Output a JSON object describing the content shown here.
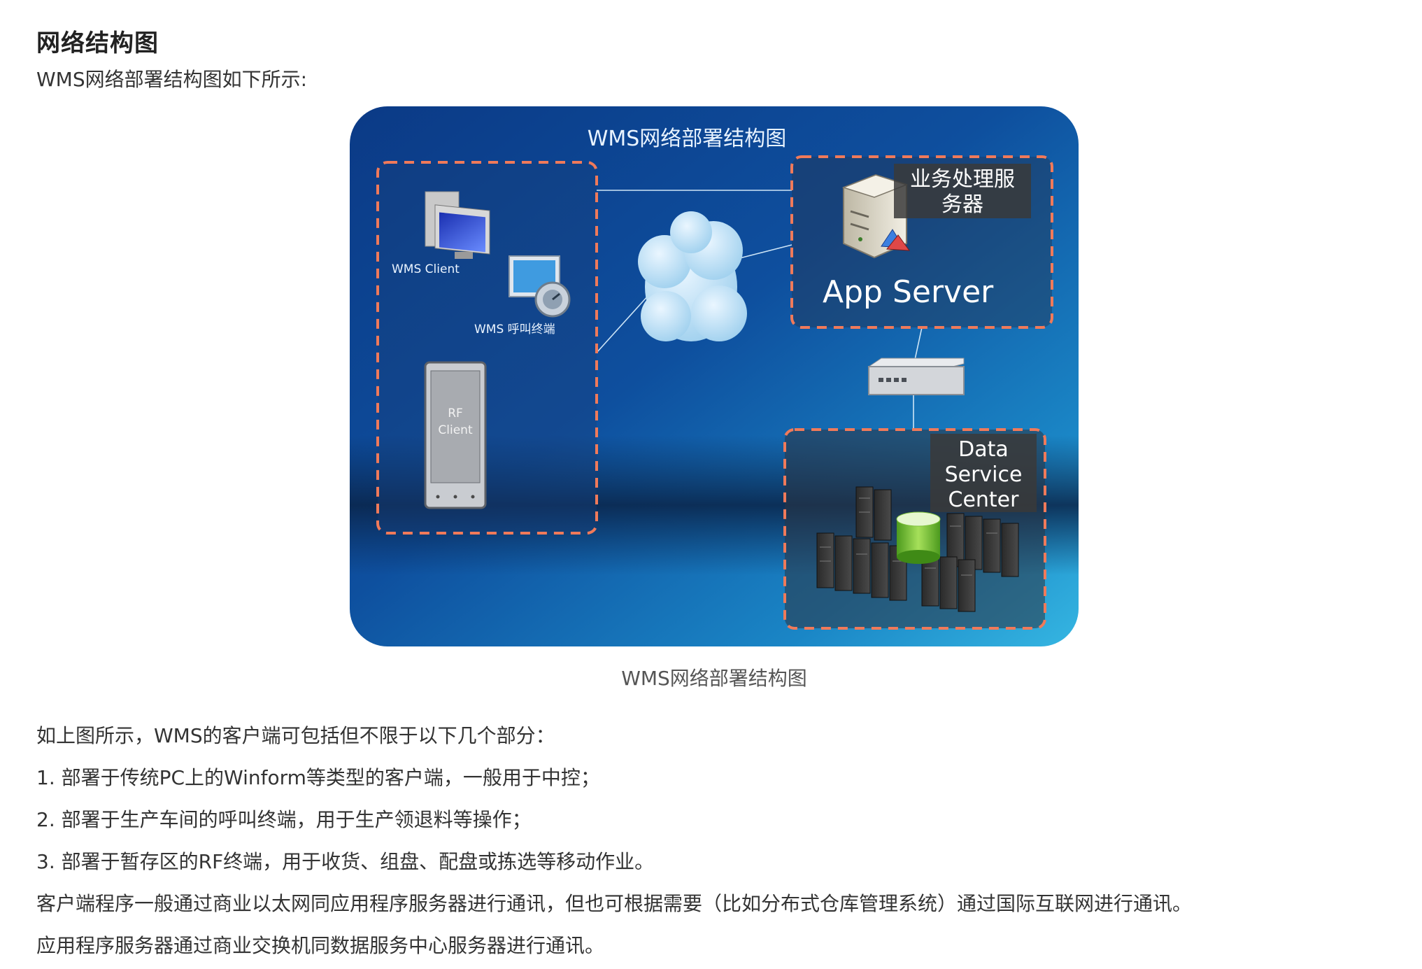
{
  "heading": "网络结构图",
  "intro": "WMS网络部署结构图如下所示:",
  "diagram": {
    "title": "WMS网络部署结构图",
    "wms_client_label": "WMS Client",
    "wms_call_label": "WMS 呼叫终端",
    "rf_client_line1": "RF",
    "rf_client_line2": "Client",
    "biz_server_line1": "业务处理服",
    "biz_server_line2": "务器",
    "app_server_label": "App Server",
    "dsc_line1": "Data",
    "dsc_line2": "Service",
    "dsc_line3": "Center",
    "colors": {
      "bg_dark": "#0a3f8c",
      "bg_light": "#2aa8d8",
      "dash": "#f07a5a"
    }
  },
  "caption": "WMS网络部署结构图",
  "paragraphs": [
    "如上图所示，WMS的客户端可包括但不限于以下几个部分：",
    "1. 部署于传统PC上的Winform等类型的客户端，一般用于中控；",
    "2. 部署于生产车间的呼叫终端，用于生产领退料等操作；",
    "3. 部署于暂存区的RF终端，用于收货、组盘、配盘或拣选等移动作业。",
    "客户端程序一般通过商业以太网同应用程序服务器进行通讯，但也可根据需要（比如分布式仓库管理系统）通过国际互联网进行通讯。",
    "应用程序服务器通过商业交换机同数据服务中心服务器进行通讯。"
  ]
}
